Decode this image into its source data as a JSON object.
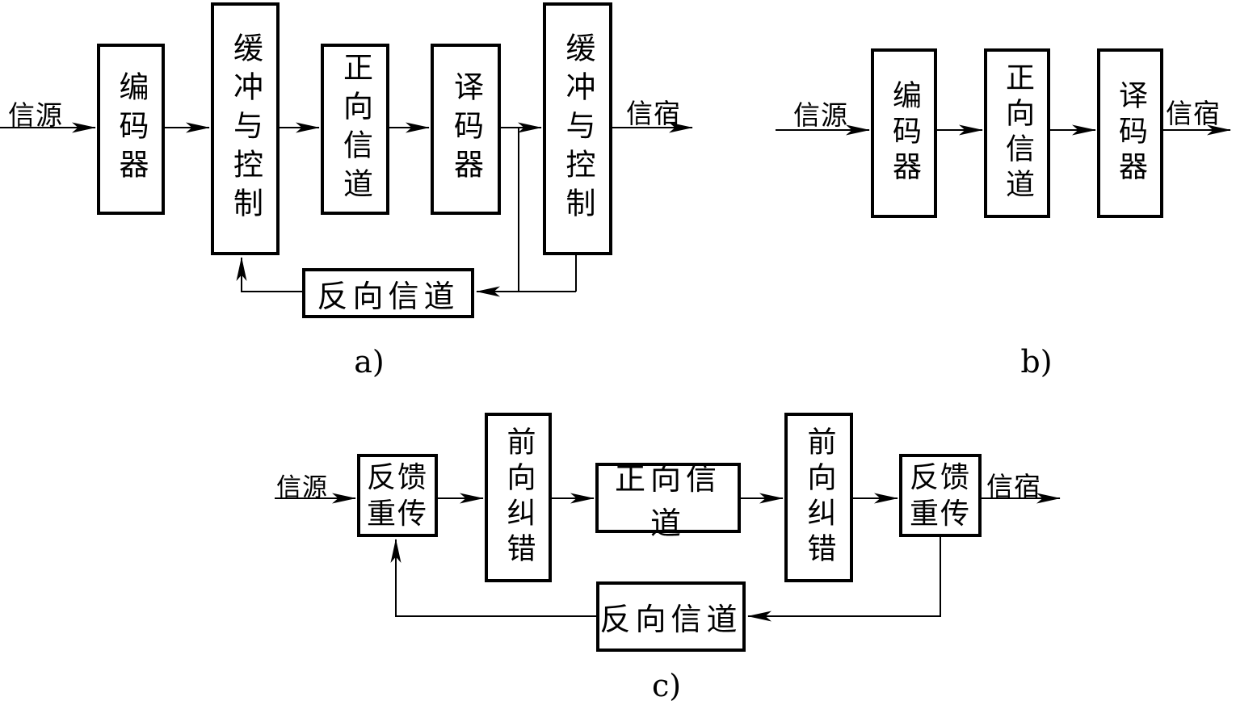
{
  "figure": {
    "description_colors": {
      "line": "#000000",
      "background": "#ffffff"
    }
  },
  "diagram_a": {
    "label": "a)",
    "source": "信源",
    "sink": "信宿",
    "encoder": "编码器",
    "buffer_control_tx": "缓冲与控制",
    "forward_channel": "正向信道",
    "decoder": "译码器",
    "buffer_control_rx": "缓冲与控制",
    "reverse_channel": "反向信道"
  },
  "diagram_b": {
    "label": "b)",
    "source": "信源",
    "sink": "信宿",
    "encoder": "编码器",
    "forward_channel": "正向信道",
    "decoder": "译码器"
  },
  "diagram_c": {
    "label": "c)",
    "source": "信源",
    "sink": "信宿",
    "feedback_retransmit_tx": "反馈重传",
    "fec_tx": "前向纠错",
    "forward_channel": "正向信道",
    "fec_rx": "前向纠错",
    "feedback_retransmit_rx": "反馈重传",
    "reverse_channel": "反向信道"
  }
}
